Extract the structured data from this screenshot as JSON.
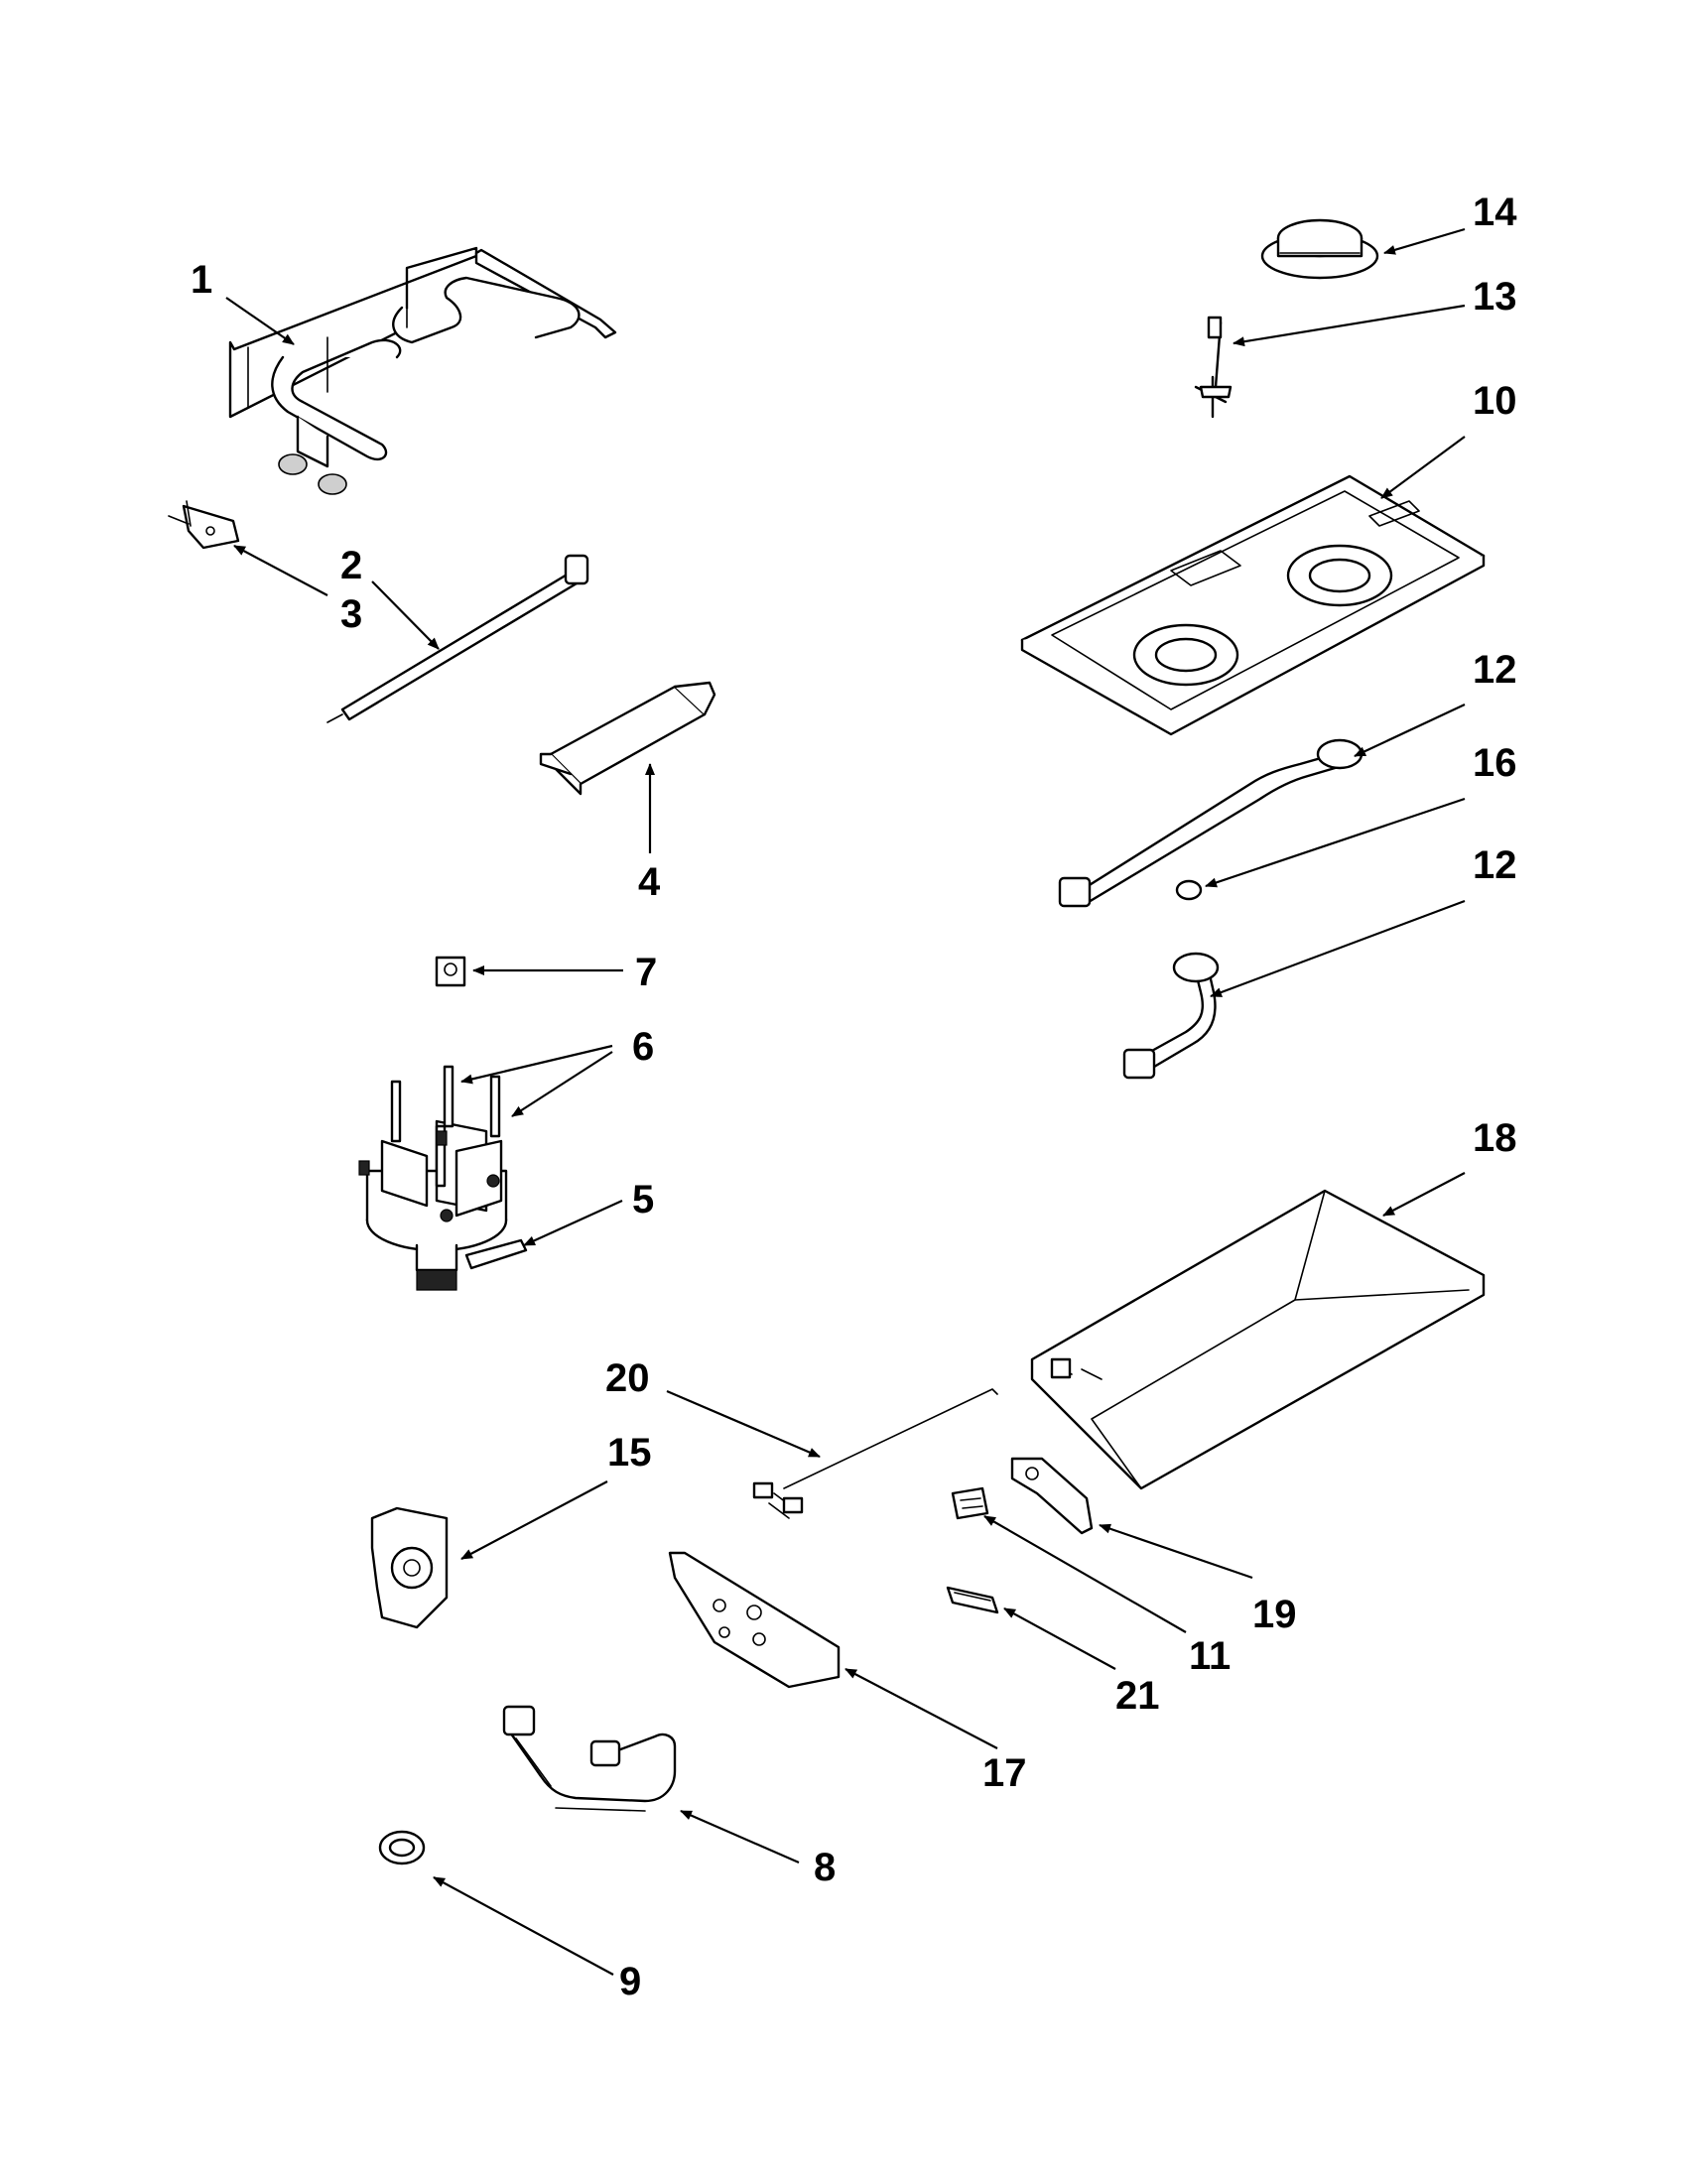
{
  "diagram": {
    "callouts": [
      {
        "id": "c1",
        "label": "1"
      },
      {
        "id": "c2",
        "label": "2"
      },
      {
        "id": "c3",
        "label": "3"
      },
      {
        "id": "c4",
        "label": "4"
      },
      {
        "id": "c5",
        "label": "5"
      },
      {
        "id": "c6",
        "label": "6"
      },
      {
        "id": "c7",
        "label": "7"
      },
      {
        "id": "c8",
        "label": "8"
      },
      {
        "id": "c9",
        "label": "9"
      },
      {
        "id": "c10",
        "label": "10"
      },
      {
        "id": "c11",
        "label": "11"
      },
      {
        "id": "c12a",
        "label": "12"
      },
      {
        "id": "c12b",
        "label": "12"
      },
      {
        "id": "c13",
        "label": "13"
      },
      {
        "id": "c14",
        "label": "14"
      },
      {
        "id": "c15",
        "label": "15"
      },
      {
        "id": "c16",
        "label": "16"
      },
      {
        "id": "c17",
        "label": "17"
      },
      {
        "id": "c18",
        "label": "18"
      },
      {
        "id": "c19",
        "label": "19"
      },
      {
        "id": "c20",
        "label": "20"
      },
      {
        "id": "c21",
        "label": "21"
      }
    ]
  }
}
